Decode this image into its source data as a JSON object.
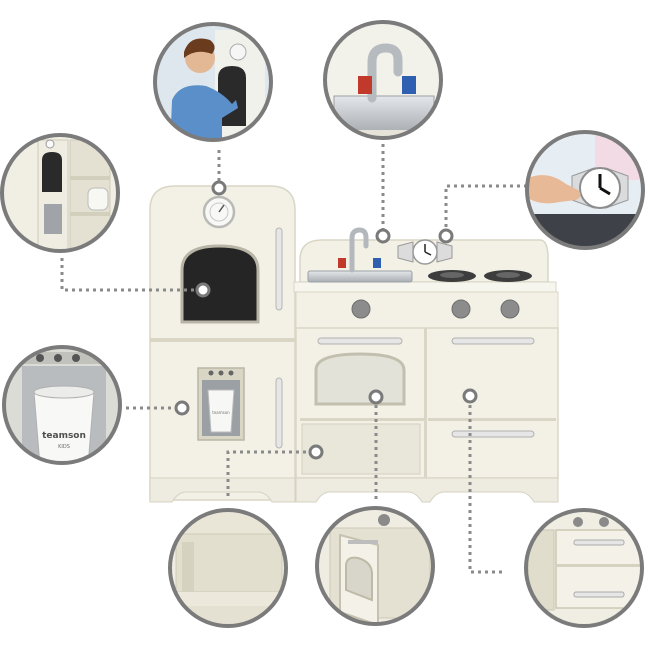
{
  "product": {
    "brand_mark": "teamson",
    "brand_sub": "KIDS",
    "colors": {
      "cabinet": "#f3f1e6",
      "cabinet_shade": "#d9d6c6",
      "chalkboard": "#252525",
      "callout_ring": "#7b7b7b",
      "leader_line": "#8a8a8a",
      "knob": "#8c8c8c",
      "steel": "#c9cdd1"
    }
  },
  "callouts": [
    {
      "name": "callout-chalkboard-kid",
      "feature": "chalkboard-door"
    },
    {
      "name": "callout-sink-faucet",
      "feature": "sink-with-faucet"
    },
    {
      "name": "callout-clock",
      "feature": "clock-turning-hands"
    },
    {
      "name": "callout-fridge-open",
      "feature": "refrigerator-shelves"
    },
    {
      "name": "callout-water-dispenser",
      "feature": "water-dispenser-cup"
    },
    {
      "name": "callout-lower-shelf",
      "feature": "storage-shelf"
    },
    {
      "name": "callout-oven-open",
      "feature": "oven-door"
    },
    {
      "name": "callout-cabinet-open",
      "feature": "cabinet-doors"
    }
  ]
}
